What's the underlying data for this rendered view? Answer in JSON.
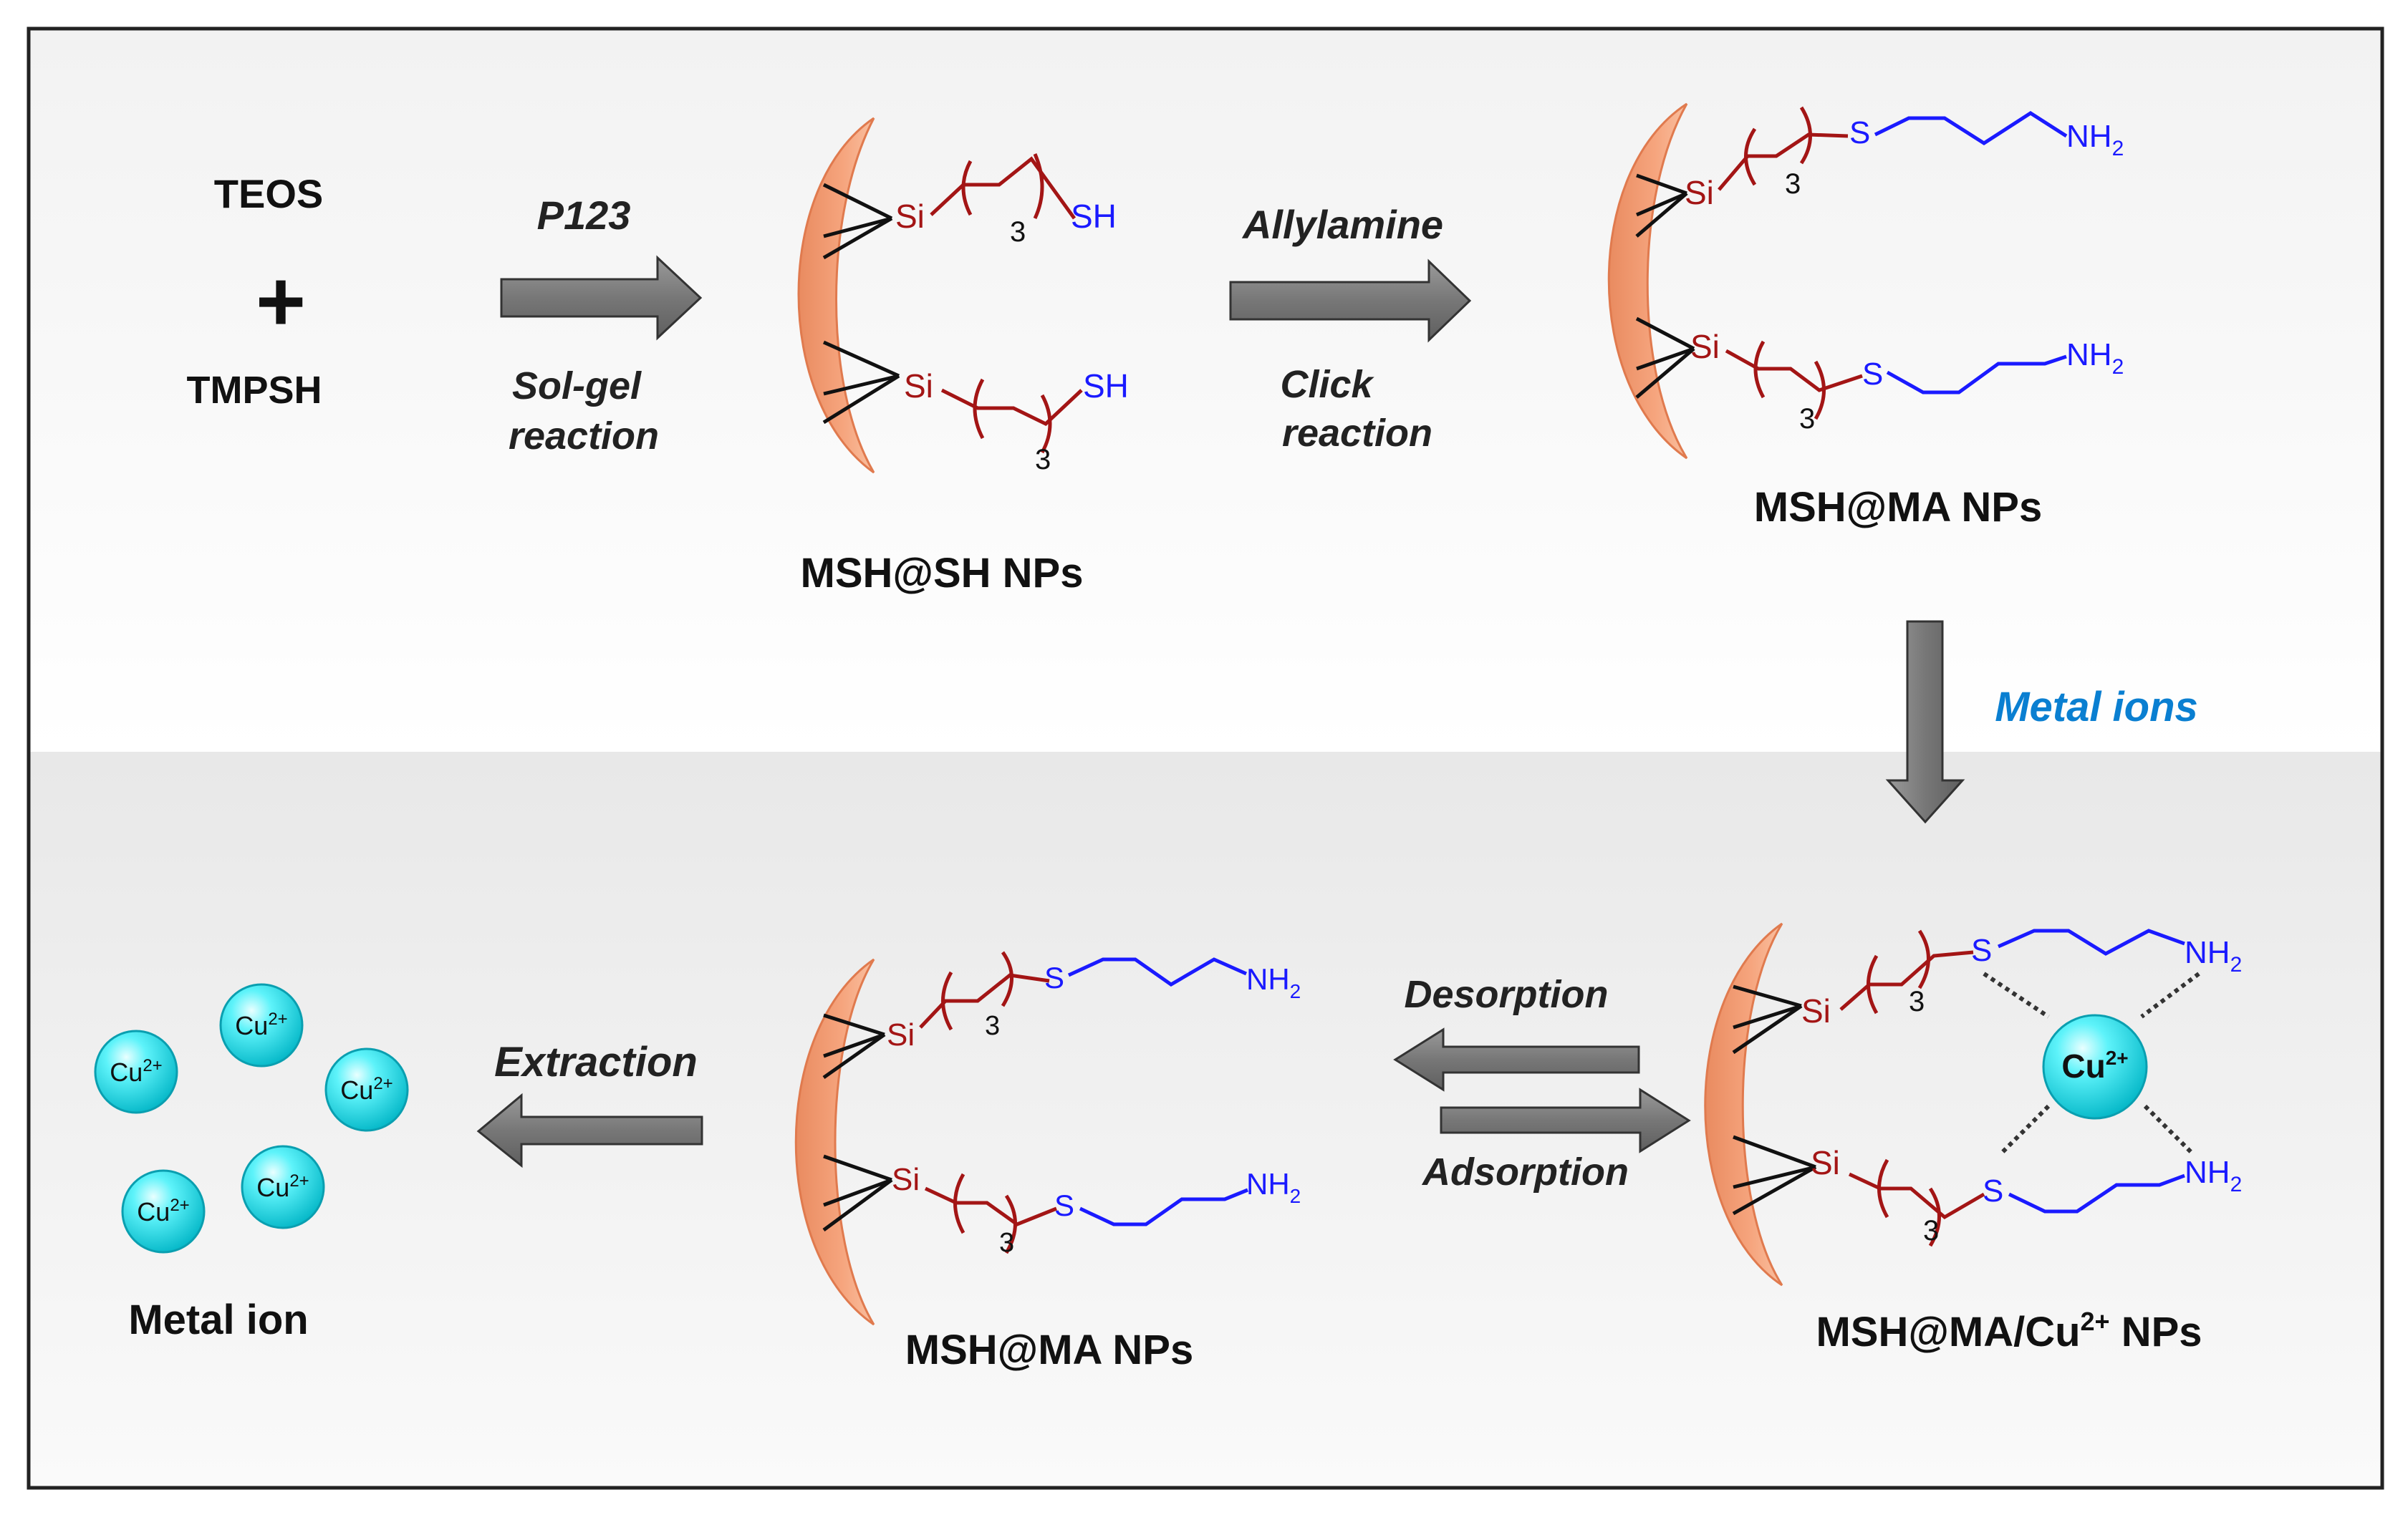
{
  "reactants": {
    "teos": "TEOS",
    "plus": "+",
    "tmpsh": "TMPSH"
  },
  "step1": {
    "reagent": "P123",
    "cond_line1": "Sol-gel",
    "cond_line2": "reaction"
  },
  "step2": {
    "reagent": "Allylamine",
    "cond_line1": "Click",
    "cond_line2": "reaction"
  },
  "step3": {
    "reagent": "Metal ions"
  },
  "equilibrium": {
    "top": "Desorption",
    "bottom": "Adsorption"
  },
  "step4": {
    "reagent": "Extraction"
  },
  "chem": {
    "si": "Si",
    "sh": "SH",
    "s": "S",
    "nh": "NH",
    "nh_sub": "2",
    "n3": "3",
    "cu": "Cu",
    "cu_sup": "2+"
  },
  "products": {
    "msh_sh": "MSH@SH NPs",
    "msh_ma_top": "MSH@MA NPs",
    "msh_ma_bottom": "MSH@MA NPs",
    "msh_ma_cu_main": "MSH@MA/Cu",
    "msh_ma_cu_sup": "2+",
    "msh_ma_cu_tail": " NPs",
    "metal_ion": "Metal ion"
  },
  "colors": {
    "silica": "#f6a57e",
    "silica_edge": "#e07a4e",
    "propyl": "#a31515",
    "amine": "#1a1aff",
    "arrow": "#7f7f7f",
    "metal_label": "#0a7fd1",
    "cu_ball": "#1fe3f0"
  }
}
